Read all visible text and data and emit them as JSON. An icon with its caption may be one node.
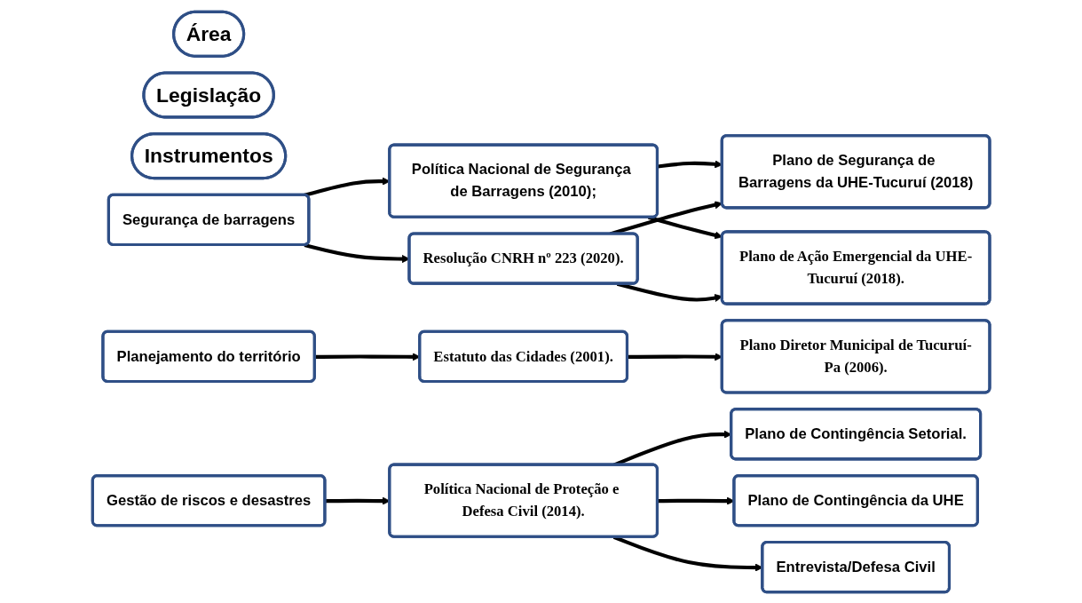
{
  "diagram": {
    "nodes": [
      {
        "text": [
          "Área"
        ]
      },
      {
        "text": [
          "Legislação"
        ]
      },
      {
        "text": [
          "Instrumentos"
        ]
      },
      {
        "text": [
          "Segurança de barragens"
        ]
      },
      {
        "text": [
          "Política Nacional de Segurança de Barragens (2010);"
        ]
      },
      {
        "text": [
          "Resolução CNRH nº 223 (2020)."
        ]
      },
      {
        "text": [
          "Plano de Segurança de Barragens da UHE-Tucuruí (2018)"
        ]
      },
      {
        "text": [
          "Plano de Ação Emergencial da UHE-Tucuruí (2018)."
        ]
      },
      {
        "text": [
          "Planejamento do território"
        ]
      },
      {
        "text": [
          "Estatuto das Cidades (2001)."
        ]
      },
      {
        "text": [
          "Plano Diretor Municipal de Tucuruí-Pa (2006)."
        ]
      },
      {
        "text": [
          "Gestão de riscos e desastres"
        ]
      },
      {
        "text": [
          "Política Nacional de Proteção e Defesa Civil (2014)."
        ]
      },
      {
        "text": [
          "Plano de Contingência Setorial."
        ]
      },
      {
        "text": [
          "Plano de Contingência da UHE"
        ]
      },
      {
        "text": [
          "Entrevista/Defesa Civil"
        ]
      }
    ],
    "edges": [
      {
        "from": 3,
        "to": 4,
        "arrow": "to"
      },
      {
        "from": 3,
        "to": 5,
        "arrow": "to"
      },
      {
        "from": 4,
        "to": 6,
        "arrow": "to"
      },
      {
        "from": 4,
        "to": 7,
        "arrow": "to"
      },
      {
        "from": 5,
        "to": 6,
        "arrow": "to"
      },
      {
        "from": 5,
        "to": 7,
        "arrow": "to"
      },
      {
        "from": 8,
        "to": 9,
        "arrow": "to"
      },
      {
        "from": 9,
        "to": 10,
        "arrow": "to"
      },
      {
        "from": 11,
        "to": 12,
        "arrow": "to"
      },
      {
        "from": 12,
        "to": 13,
        "arrow": "to"
      },
      {
        "from": 12,
        "to": 14,
        "arrow": "to"
      },
      {
        "from": 12,
        "to": 15,
        "arrow": "to"
      }
    ]
  }
}
